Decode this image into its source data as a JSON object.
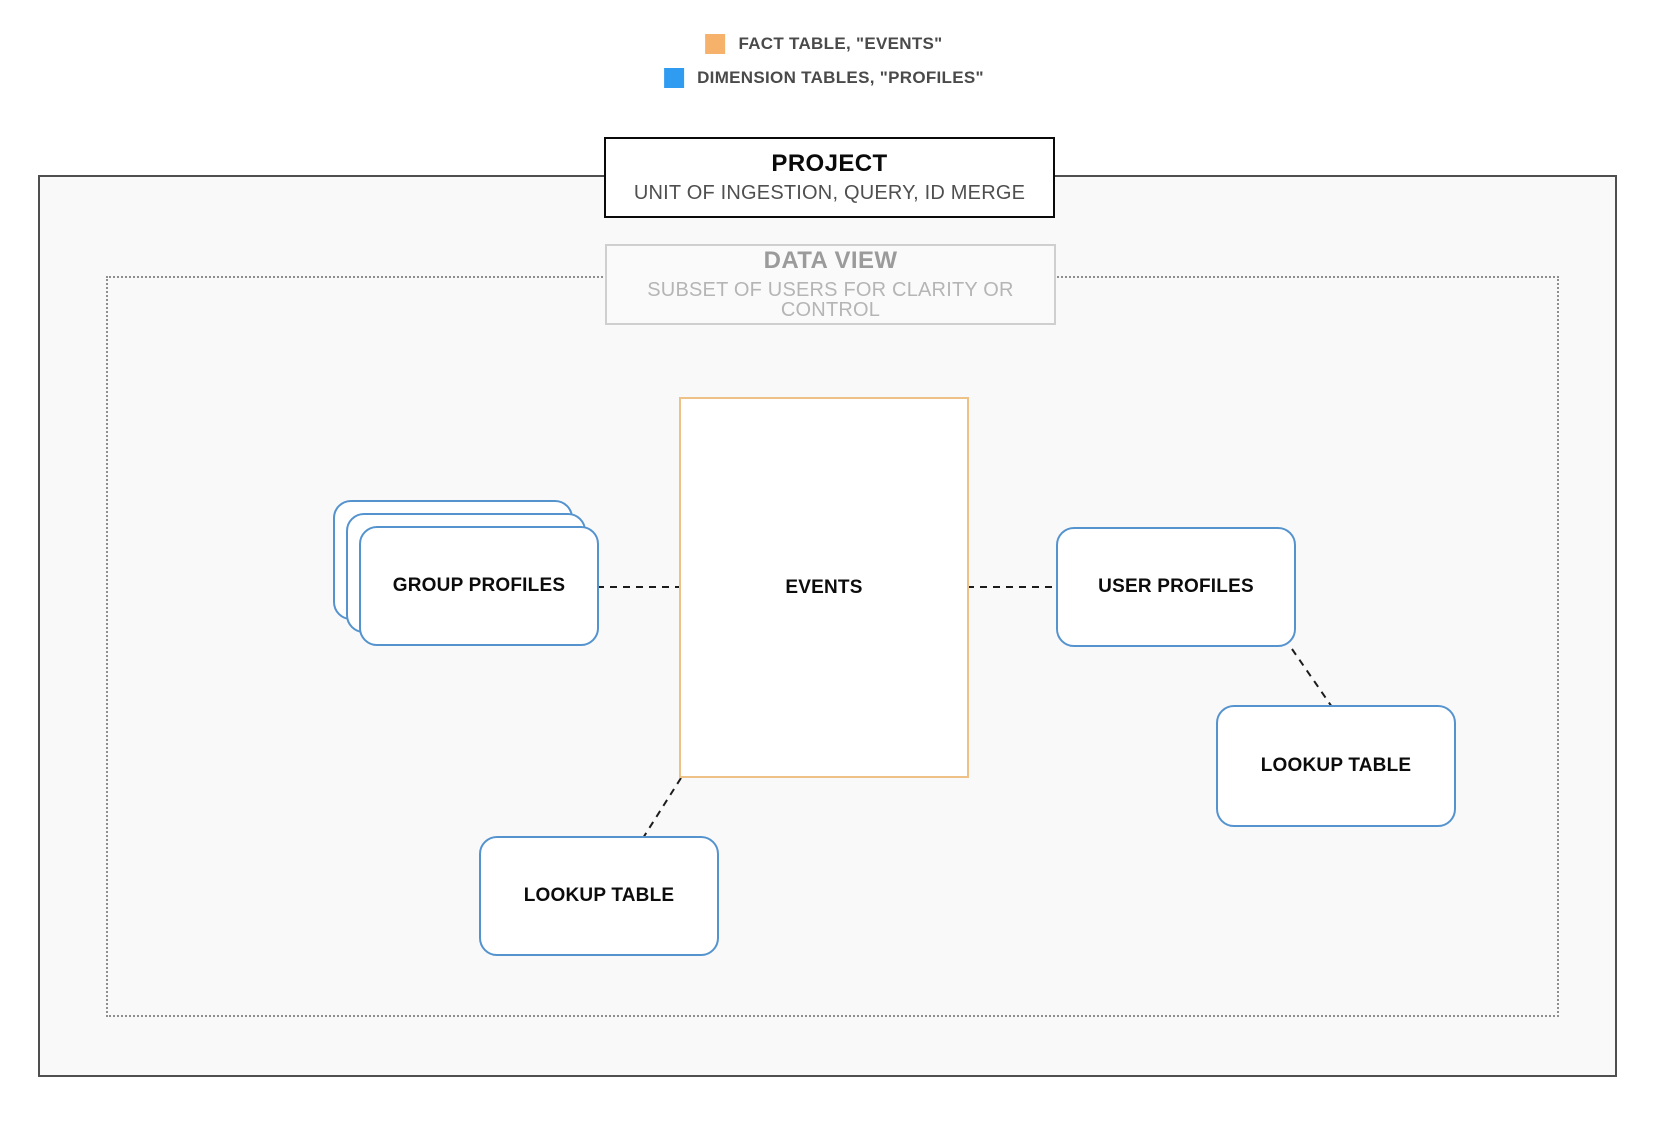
{
  "colors": {
    "fact_orange": "#f6b26b",
    "dimension_blue": "#2f9bf1",
    "fact_node_border": "#eec287",
    "dimension_node_border": "#5593cf",
    "project_border_gray": "#4f4f4f",
    "dataview_border_gray": "#8f8f8f"
  },
  "legend": {
    "items": [
      {
        "label": "FACT TABLE, \"EVENTS\"",
        "swatch_color_key": "fact_orange"
      },
      {
        "label": "DIMENSION TABLES, \"PROFILES\"",
        "swatch_color_key": "dimension_blue"
      }
    ]
  },
  "project": {
    "title": "PROJECT",
    "subtitle": "UNIT OF INGESTION, QUERY, ID MERGE"
  },
  "data_view": {
    "title": "DATA VIEW",
    "subtitle": "SUBSET OF USERS FOR CLARITY OR CONTROL"
  },
  "nodes": {
    "events": {
      "label": "EVENTS",
      "type": "fact"
    },
    "group_profiles": {
      "label": "GROUP PROFILES",
      "type": "dimension",
      "stacked": true
    },
    "user_profiles": {
      "label": "USER PROFILES",
      "type": "dimension"
    },
    "lookup_right": {
      "label": "LOOKUP TABLE",
      "type": "dimension"
    },
    "lookup_bottom": {
      "label": "LOOKUP TABLE",
      "type": "dimension"
    }
  },
  "edges": [
    {
      "from": "group_profiles",
      "to": "events",
      "style": "dashed"
    },
    {
      "from": "events",
      "to": "user_profiles",
      "style": "dashed"
    },
    {
      "from": "user_profiles",
      "to": "lookup_right",
      "style": "dashed"
    },
    {
      "from": "events",
      "to": "lookup_bottom",
      "style": "dashed"
    }
  ]
}
